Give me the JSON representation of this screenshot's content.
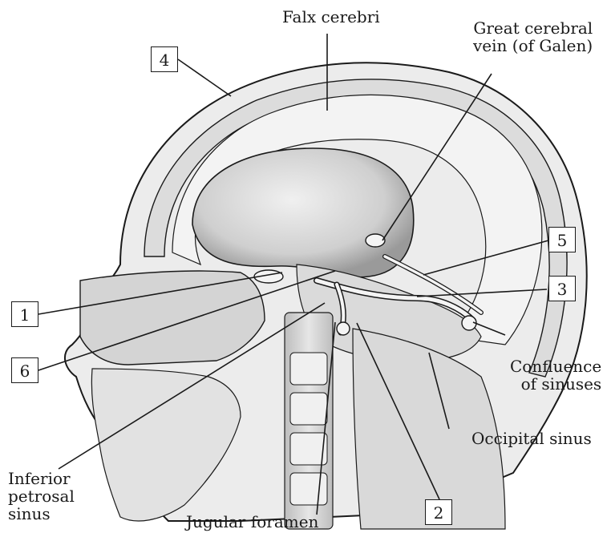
{
  "labels": {
    "falx_cerebri": "Falx cerebri",
    "great_cerebral_vein": [
      "Great cerebral",
      "vein (of Galen)"
    ],
    "confluence_of_sinuses": [
      "Confluence",
      "of sinuses"
    ],
    "occipital_sinus": "Occipital sinus",
    "inferior_petrosal_sinus": [
      "Inferior",
      "petrosal",
      "sinus"
    ],
    "jugular_foramen": "Jugular foramen"
  },
  "numbered_boxes": [
    "1",
    "2",
    "3",
    "4",
    "5",
    "6"
  ],
  "colors": {
    "ink": "#1a1a1a",
    "bone": "#e4e4e4",
    "soft_tissue": "#d6d6d6",
    "brain_cavity": "#cfcfcf",
    "sinus": "#f4f4f4"
  }
}
